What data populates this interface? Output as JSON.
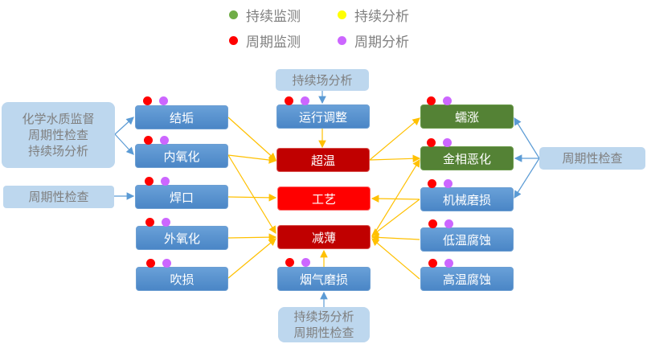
{
  "colors": {
    "continuous_monitoring": "#70ad47",
    "continuous_analysis": "#ffff00",
    "periodic_monitoring": "#ff0000",
    "periodic_analysis": "#cc66ff",
    "cause_link": "#ffc000",
    "method_link": "#5b9bd5"
  },
  "legend": [
    {
      "label": "持续监测",
      "color": "#70ad47"
    },
    {
      "label": "持续分析",
      "color": "#ffff00"
    },
    {
      "label": "周期监测",
      "color": "#ff0000"
    },
    {
      "label": "周期分析",
      "color": "#cc66ff"
    }
  ],
  "left_nodes": [
    {
      "id": "jiegou",
      "label": "结垢"
    },
    {
      "id": "neiyanghua",
      "label": "内氧化"
    },
    {
      "id": "hankou",
      "label": "焊口"
    },
    {
      "id": "waiyanghua",
      "label": "外氧化"
    },
    {
      "id": "chuisun",
      "label": "吹损"
    }
  ],
  "center_nodes": [
    {
      "id": "yunxing",
      "label": "运行调整"
    },
    {
      "id": "chaowen",
      "label": "超温"
    },
    {
      "id": "gongyi",
      "label": "工艺"
    },
    {
      "id": "jianbo",
      "label": "减薄"
    },
    {
      "id": "yanqi",
      "label": "烟气磨损"
    }
  ],
  "right_nodes": [
    {
      "id": "ruzhang",
      "label": "蠕涨"
    },
    {
      "id": "jinxiang",
      "label": "金相恶化"
    },
    {
      "id": "jixie",
      "label": "机械磨损"
    },
    {
      "id": "diwen",
      "label": "低温腐蚀"
    },
    {
      "id": "gaowen",
      "label": "高温腐蚀"
    }
  ],
  "sources": {
    "left_top": [
      "化学水质监督",
      "周期性检查",
      "持续场分析"
    ],
    "left_mid": [
      "周期性检查"
    ],
    "top": [
      "持续场分析"
    ],
    "bottom": [
      "持续场分析",
      "周期性检查"
    ],
    "right": [
      "周期性检查"
    ]
  },
  "links": [
    [
      "jiegou",
      "chaowen"
    ],
    [
      "neiyanghua",
      "chaowen"
    ],
    [
      "neiyanghua",
      "jianbo"
    ],
    [
      "hankou",
      "gongyi"
    ],
    [
      "waiyanghua",
      "jianbo"
    ],
    [
      "chuisun",
      "jianbo"
    ],
    [
      "yunxing",
      "chaowen"
    ],
    [
      "yanqi",
      "jianbo"
    ],
    [
      "chaowen",
      "ruzhang"
    ],
    [
      "chaowen",
      "jinxiang"
    ],
    [
      "jianbo",
      "jinxiang"
    ],
    [
      "jixie",
      "gongyi"
    ],
    [
      "jixie",
      "jianbo"
    ],
    [
      "diwen",
      "jianbo"
    ],
    [
      "gaowen",
      "jianbo"
    ]
  ]
}
